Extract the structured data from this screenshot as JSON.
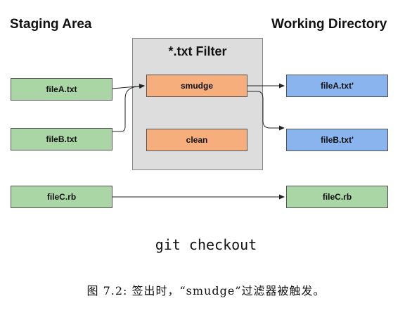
{
  "headers": {
    "staging": "Staging Area",
    "working": "Working Directory"
  },
  "filter": {
    "title": "*.txt Filter",
    "smudge": "smudge",
    "clean": "clean"
  },
  "staging_files": [
    "fileA.txt",
    "fileB.txt",
    "fileC.rb"
  ],
  "working_files": [
    "fileA.txt'",
    "fileB.txt'",
    "fileC.rb"
  ],
  "command": "git checkout",
  "figure_caption": "图  7.2: 签出时，“smudge”过滤器被触发。",
  "colors": {
    "staging_file": "#a9d6a4",
    "working_txt_file": "#8ab4ee",
    "filter_step": "#f6ae7c",
    "filter_box": "#dddddd"
  }
}
